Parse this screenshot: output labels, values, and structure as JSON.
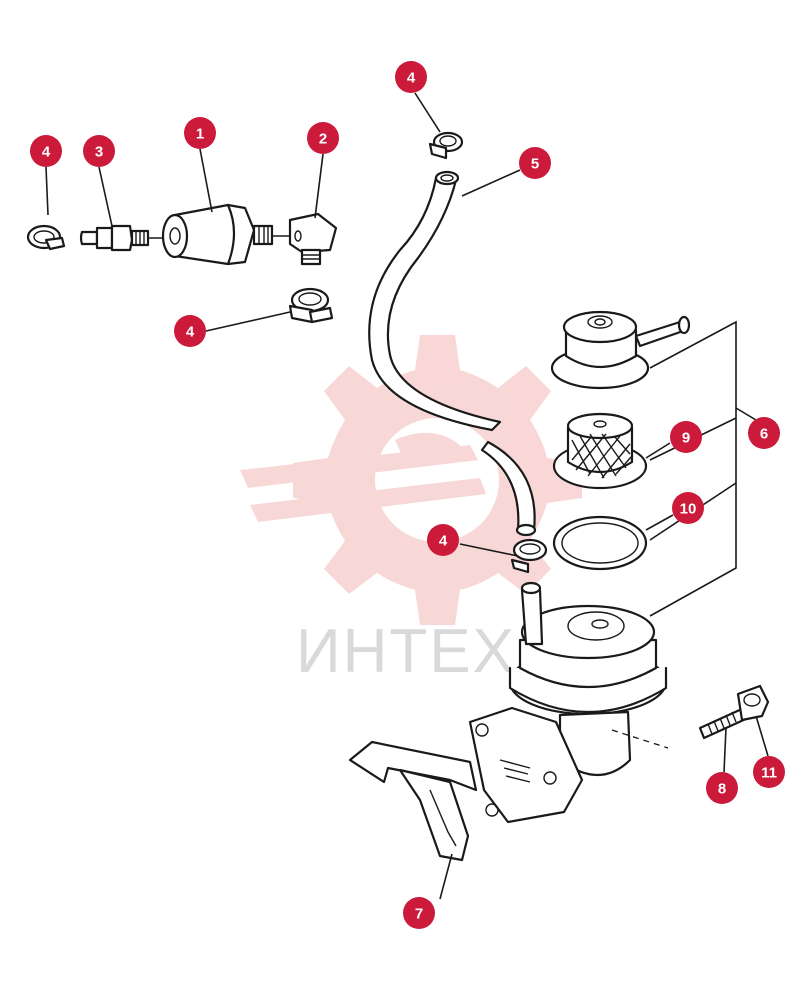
{
  "diagram": {
    "watermark": {
      "text": "ИНТЕХ"
    },
    "callouts": [
      {
        "id": "c1",
        "label": "1"
      },
      {
        "id": "c2",
        "label": "2"
      },
      {
        "id": "c3",
        "label": "3"
      },
      {
        "id": "c4a",
        "label": "4"
      },
      {
        "id": "c4b",
        "label": "4"
      },
      {
        "id": "c4c",
        "label": "4"
      },
      {
        "id": "c4d",
        "label": "4"
      },
      {
        "id": "c5",
        "label": "5"
      },
      {
        "id": "c6",
        "label": "6"
      },
      {
        "id": "c7",
        "label": "7"
      },
      {
        "id": "c8",
        "label": "8"
      },
      {
        "id": "c9",
        "label": "9"
      },
      {
        "id": "c10",
        "label": "10"
      },
      {
        "id": "c11",
        "label": "11"
      }
    ]
  },
  "colors": {
    "callout": "#cc1a3a",
    "watermark": "#f2b8b8",
    "line": "#1a1a1a"
  }
}
